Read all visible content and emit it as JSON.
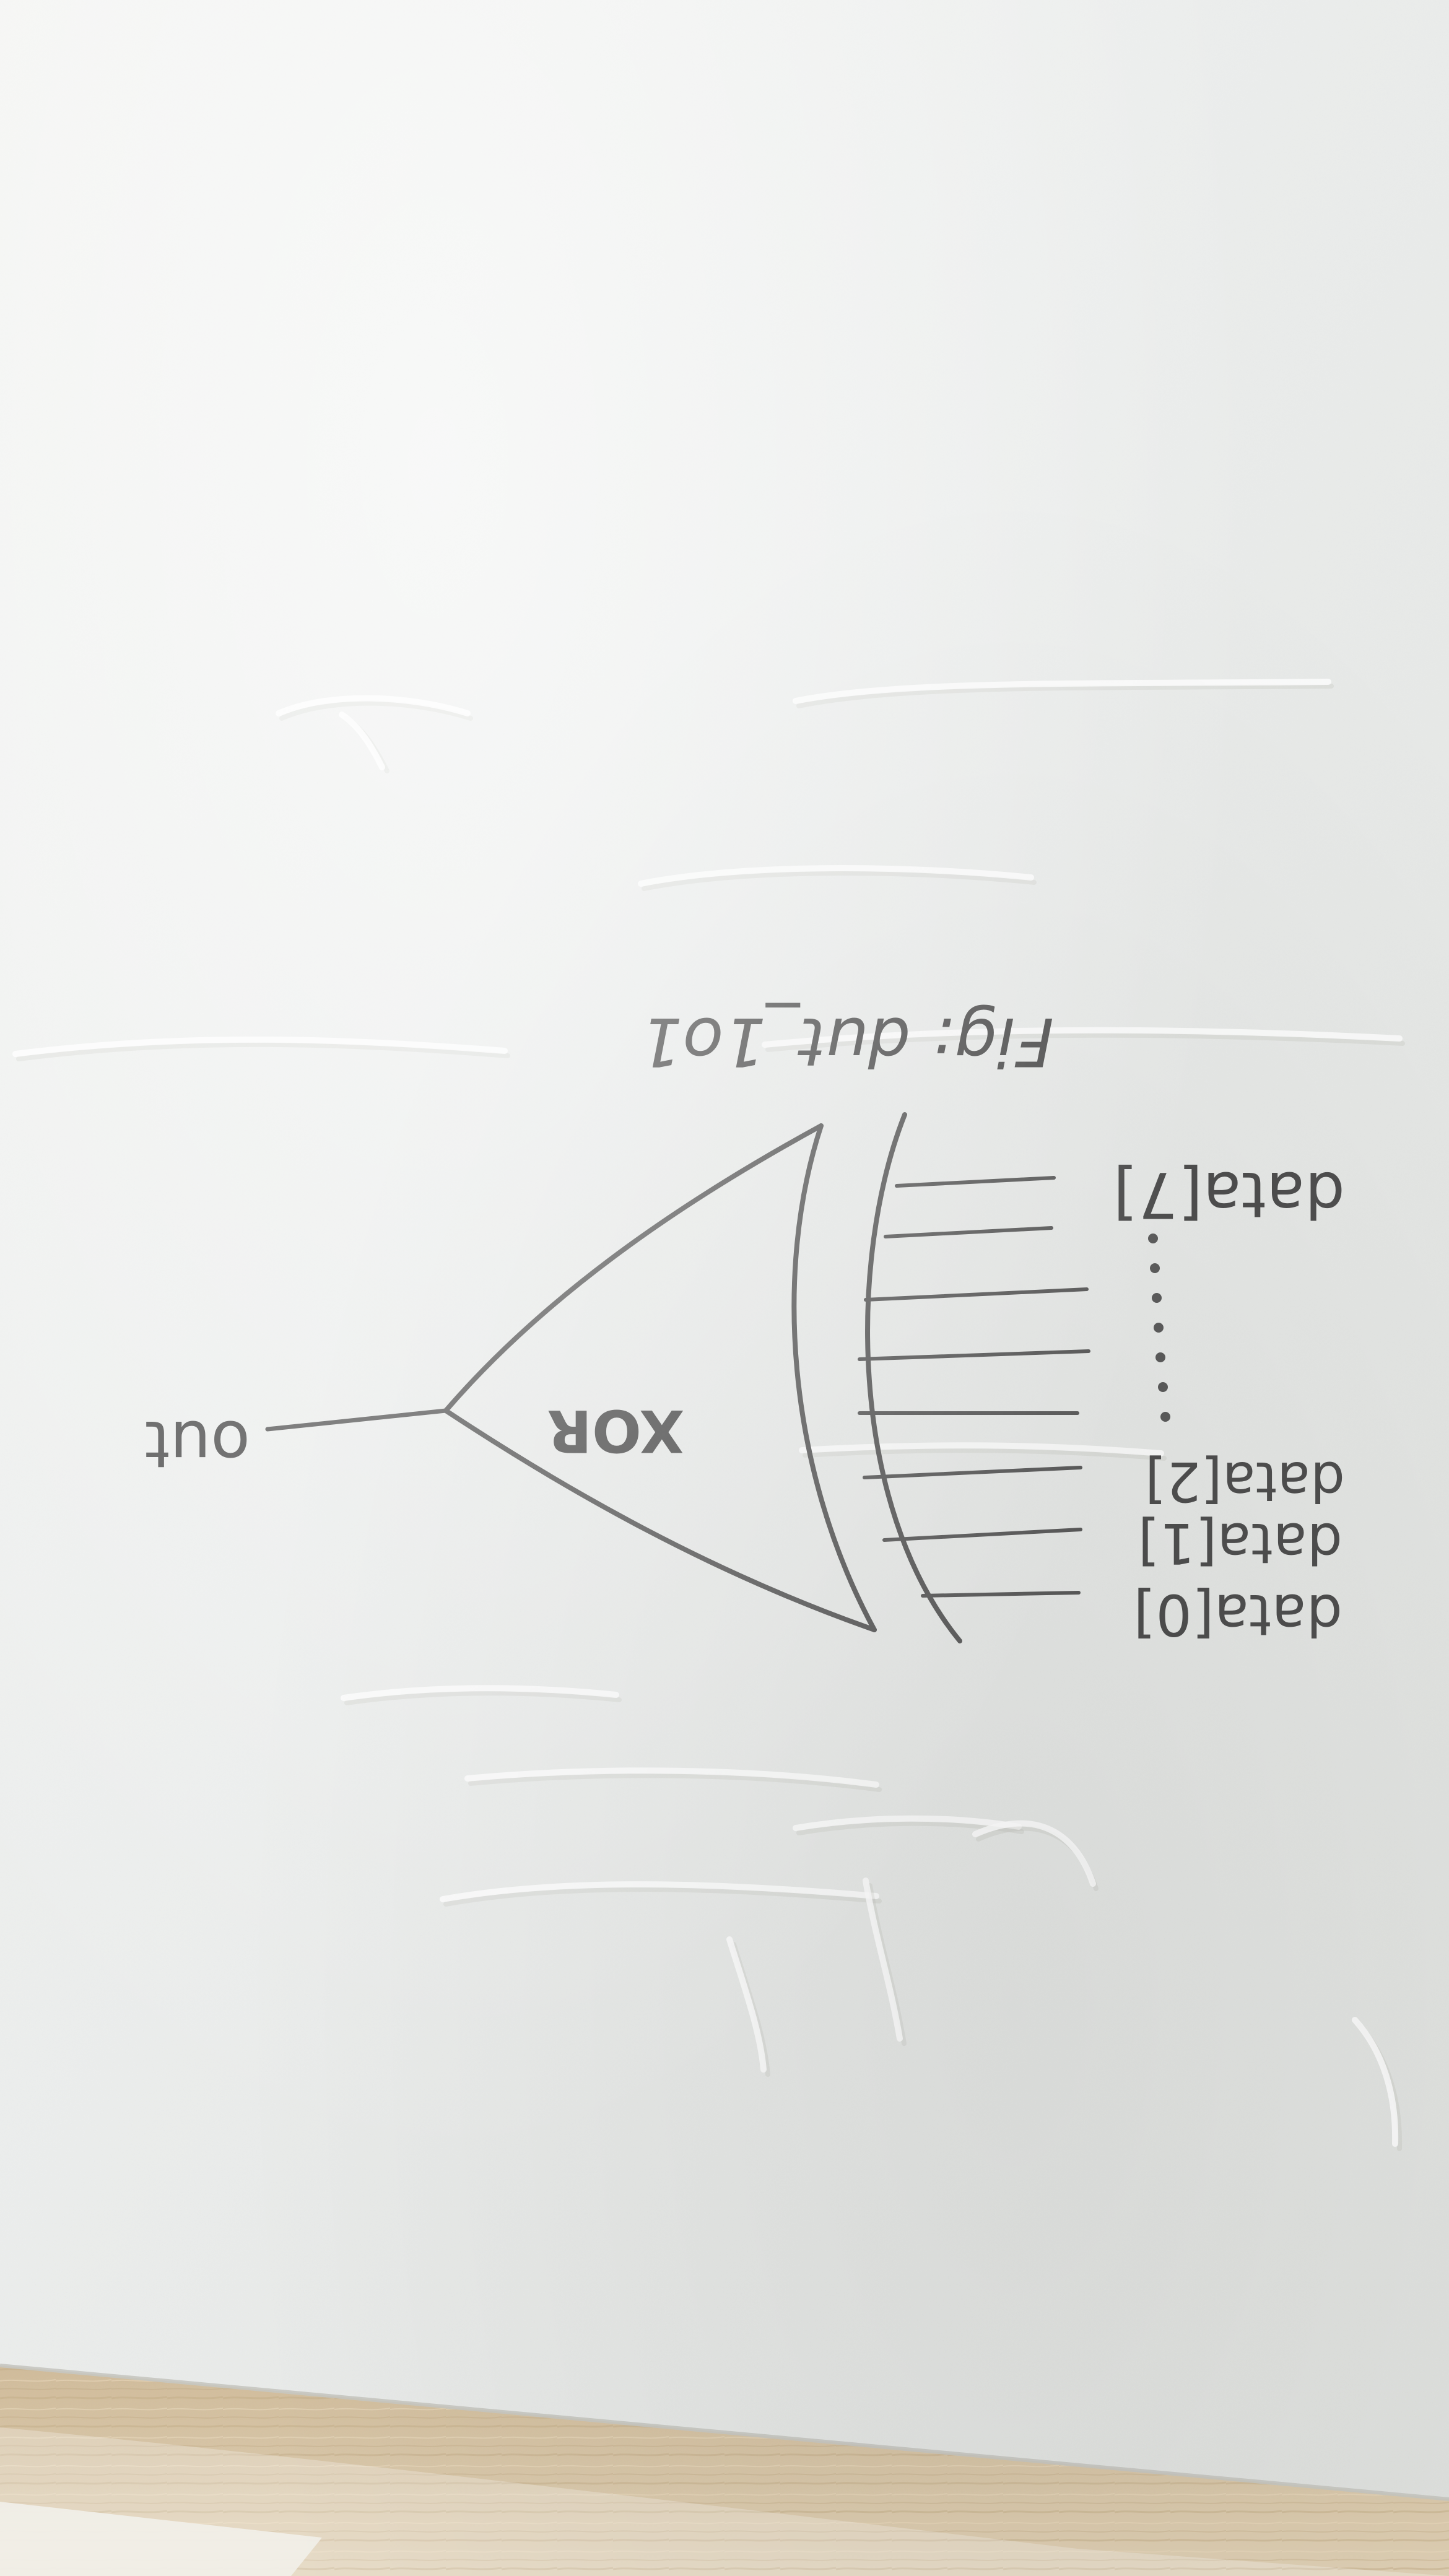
{
  "diagram": {
    "caption": "Fig: dut_1o1",
    "gate_label": "XOR",
    "output_label": "out",
    "inputs": [
      {
        "label": "data[0]"
      },
      {
        "label": "data[1]"
      },
      {
        "label": "data[2]"
      },
      {
        "label": "data[7]"
      }
    ]
  },
  "colors": {
    "paper": "#eceeed",
    "ink": "#595959",
    "desk": "#d9c8a7"
  }
}
